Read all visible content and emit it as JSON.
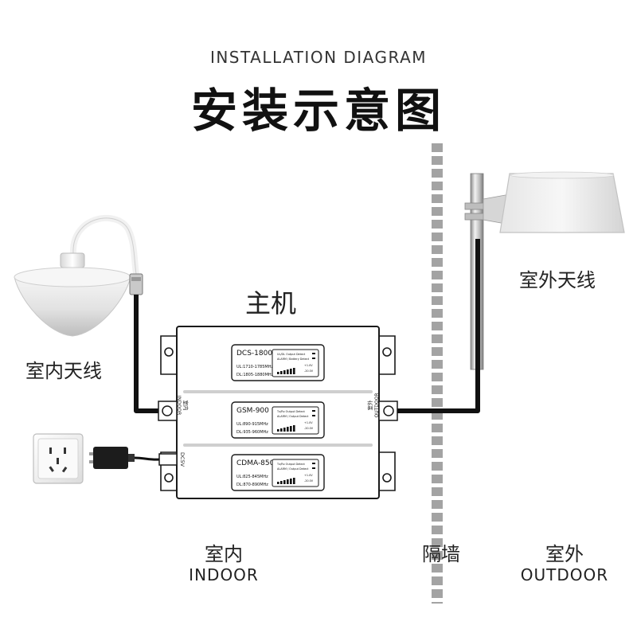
{
  "header": {
    "subtitle": "INSTALLATION DIAGRAM",
    "title": "安装示意图"
  },
  "labels": {
    "host": "主机",
    "indoor_antenna": "室内天线",
    "outdoor_antenna": "室外天线",
    "zone_indoor_cn": "室内",
    "zone_indoor_en": "INDOOR",
    "zone_wall_cn": "隔墙",
    "zone_outdoor_cn": "室外",
    "zone_outdoor_en": "OUTDOOR"
  },
  "repeater": {
    "port_indoor_cn": "室内",
    "port_indoor_en": "INDOOR",
    "port_outdoor_cn": "室外",
    "port_outdoor_en": "OUTDOOR",
    "power_label": "DC5V",
    "modules": [
      {
        "name": "DCS-1800",
        "ul": "UL:1710-1785MHz",
        "dl": "DL:1805-1880MHz",
        "status_1": "UL/DL Output Detect",
        "status_2": "ALARM / Battery Detect",
        "val_1": "+1.0V",
        "val_2": "-20.0V"
      },
      {
        "name": "GSM-900",
        "ul": "UL:890-915MHz",
        "dl": "DL:935-960MHz",
        "status_1": "Tx/Rx Output Detect",
        "status_2": "ALARM / Output Detect",
        "val_1": "+1.0V",
        "val_2": "-20.0V"
      },
      {
        "name": "CDMA-850",
        "ul": "UL:825-845MHz",
        "dl": "DL:870-890MHz",
        "status_1": "Tx/Rx Output Detect",
        "status_2": "ALARM / Output Detect",
        "val_1": "+1.0V",
        "val_2": "-20.0V"
      }
    ]
  },
  "colors": {
    "cable": "#111111",
    "panel_border": "#1a1a1a",
    "wall_dash": "#9a9a9a",
    "antenna_body": "#eeeeee"
  }
}
